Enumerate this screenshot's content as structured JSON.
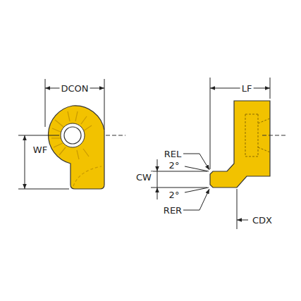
{
  "diagram": {
    "labels": [
      "DCON",
      "LF",
      "WF",
      "REL",
      "2°",
      "CW",
      "2°",
      "RER",
      "CDX"
    ]
  }
}
